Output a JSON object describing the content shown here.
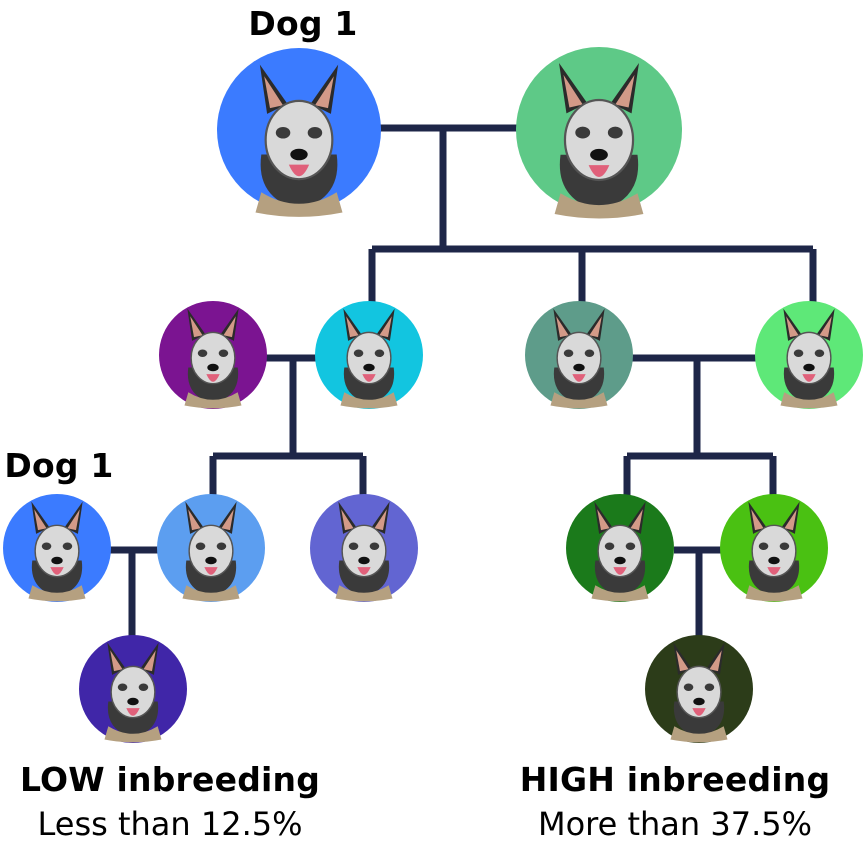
{
  "labels": {
    "top_dog": "Dog 1",
    "left_dog": "Dog 1",
    "low_title": "LOW inbreeding",
    "low_subtitle": "Less than 12.5%",
    "high_title": "HIGH inbreeding",
    "high_subtitle": "More than 37.5%"
  },
  "colors": {
    "line": "#1e2648",
    "dog_1": "#3b7bff",
    "gen1_mate": "#5ec987",
    "gen2_purple": "#7b1491",
    "gen2_cyan": "#12c5e0",
    "gen2_teal": "#5e9c8a",
    "gen2_light_green": "#5ee878",
    "gen3_light_blue": "#5c9ef0",
    "gen3_slate_blue": "#6265d2",
    "gen3_dark_green": "#1b7a1b",
    "gen3_bright_green": "#4ac112",
    "low_offspring": "#4026a8",
    "high_offspring": "#2c3c19"
  }
}
